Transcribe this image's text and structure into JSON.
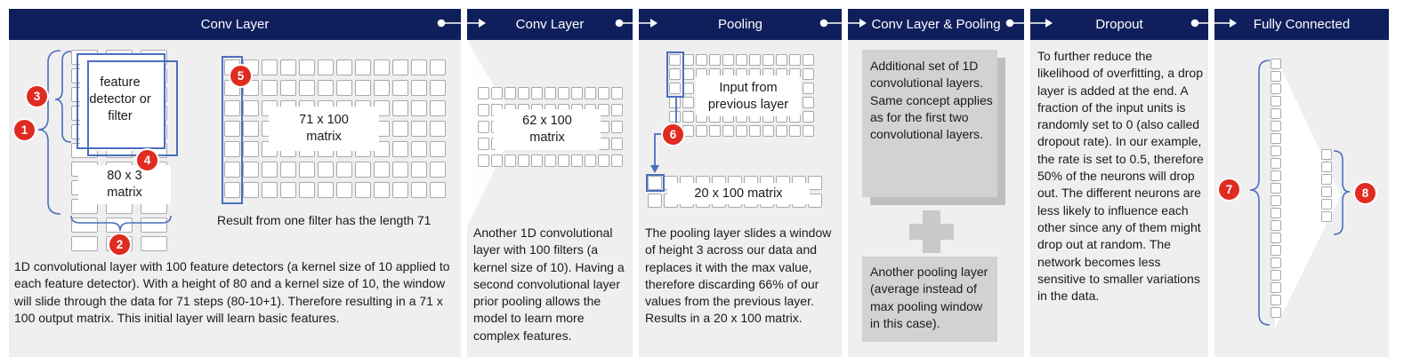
{
  "headers": [
    "Conv Layer",
    "Conv Layer",
    "Pooling",
    "Conv Layer & Pooling",
    "Dropout",
    "Fully Connected"
  ],
  "panel1": {
    "feature_detector_label": "feature detector or filter",
    "input_matrix_label": "80 x 3 matrix",
    "result_matrix_label": "71 x 100 matrix",
    "result_caption": "Result from one filter has the length 71",
    "description": "1D convolutional  layer with 100 feature detectors (a kernel size of 10 applied to each feature detector). With a height of 80 and a kernel size of 10, the window will slide through the data for 71 steps (80-10+1). Therefore resulting in a 71 x 100 output  matrix. This initial layer will learn basic features."
  },
  "panel2": {
    "matrix_label": "62 x 100 matrix",
    "description": "Another 1D convolutional layer with 100 filters (a kernel size of 10). Having a second convolutional layer prior pooling allows the model to learn more complex features."
  },
  "panel3": {
    "input_label": "Input from previous layer",
    "output_label": "20 x 100 matrix",
    "description": "The pooling layer slides a window of height 3 across our data and replaces it with the max value, therefore discarding 66% of our values from the previous layer. Results in a 20 x 100 matrix."
  },
  "panel4": {
    "card1": "Additional set of 1D convolutional layers. Same concept applies as for the first two convolutional layers.",
    "card2": "Another pooling layer (average instead of max pooling window in this case)."
  },
  "panel5": {
    "description": "To further reduce the likelihood of overfitting, a drop layer is added at the end. A fraction of the input units is randomly set to 0 (also called dropout rate). In our example, the rate is set to 0.5, therefore 50% of the neurons will drop out. The different neurons are less likely to influence each other since any of them might drop out at random. The network becomes less sensitive to smaller variations in the data."
  },
  "badges": [
    "1",
    "2",
    "3",
    "4",
    "5",
    "6",
    "7",
    "8"
  ],
  "colors": {
    "header": "#0f1f5c",
    "panel": "#efefef",
    "badge": "#e02b20",
    "highlight": "#4c6ebc"
  }
}
